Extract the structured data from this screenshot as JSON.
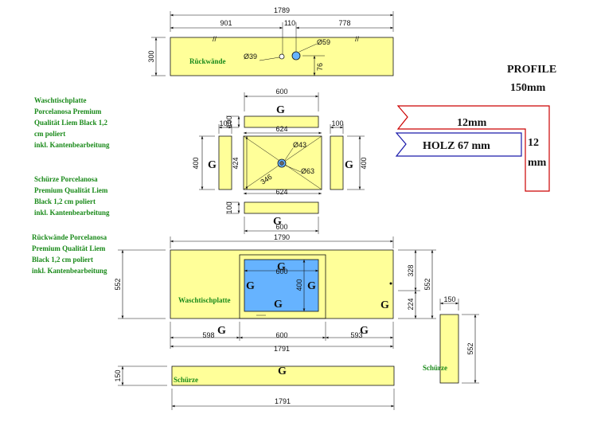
{
  "colors": {
    "panel": "#ffff99",
    "sink_cutout": "#66b3ff",
    "label_green": "#1a8a1a",
    "profile_red": "#cc0000",
    "profile_blue": "#1a1aaa"
  },
  "notes": {
    "waschtisch": "Waschtischplatte\nPorcelanosa Premium\nQualität Liem Black 1,2\ncm poliert\ninkl. Kantenbearbeitung",
    "schuerze": "Schürze Porcelanosa\nPremium Qualität Liem\nBlack 1,2 cm poliert\ninkl. Kantenbearbeitung",
    "rueckwaende": "Rückwände Porcelanosa\nPremium Qualität Liem\nBlack 1,2 cm poliert\ninkl. Kantenbearbeitung"
  },
  "back_panel": {
    "label": "Rückwände",
    "width": "1789",
    "height": "300",
    "left_offset": "901",
    "hole_spacing": "110",
    "right_offset": "778",
    "hole_left": "Ø39",
    "hole_right": "Ø59",
    "hole_vertical": "76",
    "break_mark": "//"
  },
  "sink_basin": {
    "top_width": "600",
    "top_height": "100",
    "inner_width_top": "624",
    "inner_width_bottom": "624",
    "left_height": "400",
    "left_width": "100",
    "inner_height": "424",
    "right_width": "100",
    "right_height": "400",
    "drain": "Ø43",
    "drain_outer": "Ø63",
    "diagonal": "346",
    "bottom_height": "100",
    "bottom_width": "600",
    "edge_mark": "G"
  },
  "countertop": {
    "label": "Waschtischplatte",
    "total_width_top": "1790",
    "total_width_bottom": "1791",
    "depth": "552",
    "cutout_width": "600",
    "cutout_height": "400",
    "right_top": "328",
    "right_total": "552",
    "right_bottom": "224",
    "left_segment": "598",
    "middle_segment": "600",
    "right_segment": "593",
    "edge_mark": "G"
  },
  "apron": {
    "label": "Schürze",
    "width": "1791",
    "height": "150",
    "edge_mark": "G"
  },
  "side_apron": {
    "label": "Schürze",
    "width": "150",
    "height": "552"
  },
  "profile": {
    "title": "PROFILE",
    "size": "150mm",
    "top_thickness": "12mm",
    "core": "HOLZ 67 mm",
    "side_value": "12",
    "side_unit": "mm"
  }
}
